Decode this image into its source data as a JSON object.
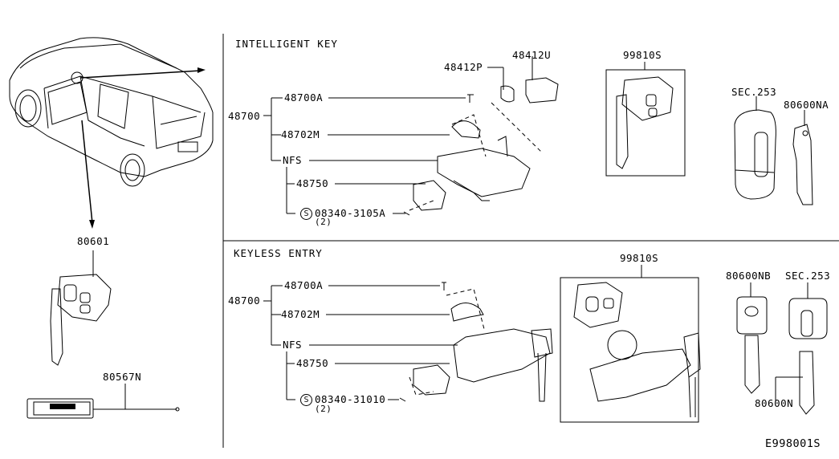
{
  "diagram": {
    "drawing_code": "E998001S",
    "sections": {
      "vehicle": {
        "parts": [
          {
            "id": "80601",
            "label": "80601"
          },
          {
            "id": "80567N",
            "label": "80567N"
          }
        ]
      },
      "intelligent_key": {
        "title": "INTELLIGENT KEY",
        "assembly": "48700",
        "parts": {
          "p48700A": "48700A",
          "p48702M": "48702M",
          "nfs": "NFS",
          "p48750": "48750",
          "bolt": "08340-3105A",
          "bolt_qty": "(2)",
          "p48412P": "48412P",
          "p48412U": "48412U",
          "kit": "99810S",
          "sec": "SEC.253",
          "p80600NA": "80600NA"
        }
      },
      "keyless_entry": {
        "title": "KEYLESS ENTRY",
        "assembly": "48700",
        "parts": {
          "p48700A": "48700A",
          "p48702M": "48702M",
          "nfs": "NFS",
          "p48750": "48750",
          "bolt": "08340-31010",
          "bolt_qty": "(2)",
          "kit": "99810S",
          "p80600NB": "80600NB",
          "sec": "SEC.253",
          "p80600N": "80600N"
        }
      }
    },
    "symbols": {
      "standard_part": "S"
    }
  }
}
